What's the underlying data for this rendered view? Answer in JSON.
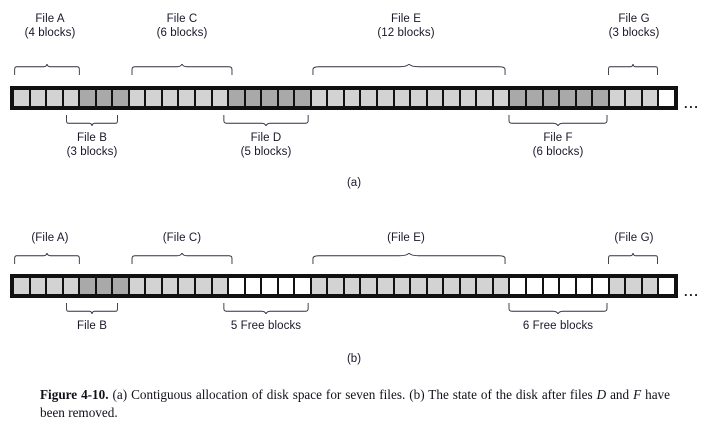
{
  "figure": {
    "caption_lead": "Figure 4-10.",
    "caption_body": " (a) Contiguous allocation of disk space for seven files.  (b) The state of the disk after files ",
    "caption_italic_1": "D",
    "caption_mid": " and ",
    "caption_italic_2": "F",
    "caption_tail": " have been removed.",
    "ellipsis": "..."
  },
  "colors": {
    "allocated_light": "#d3d3d3",
    "allocated_dark": "#a9a9a9",
    "free": "#ffffff",
    "outline": "#111111",
    "text": "#17172b"
  },
  "panel_a": {
    "subcaption": "(a)",
    "total_blocks": 40,
    "top_labels": [
      {
        "name": "File A",
        "size": "(4 blocks)"
      },
      {
        "name": "File C",
        "size": "(6 blocks)"
      },
      {
        "name": "File E",
        "size": "(12 blocks)"
      },
      {
        "name": "File G",
        "size": "(3 blocks)"
      }
    ],
    "bottom_labels": [
      {
        "name": "File B",
        "size": "(3 blocks)"
      },
      {
        "name": "File D",
        "size": "(5 blocks)"
      },
      {
        "name": "File F",
        "size": "(6 blocks)"
      }
    ],
    "segments": [
      {
        "file": "File A",
        "blocks": 4,
        "shade": "light"
      },
      {
        "file": "File B",
        "blocks": 3,
        "shade": "dark"
      },
      {
        "file": "File C",
        "blocks": 6,
        "shade": "light"
      },
      {
        "file": "File D",
        "blocks": 5,
        "shade": "dark"
      },
      {
        "file": "File E",
        "blocks": 12,
        "shade": "light"
      },
      {
        "file": "File F",
        "blocks": 6,
        "shade": "dark"
      },
      {
        "file": "File G",
        "blocks": 3,
        "shade": "light"
      },
      {
        "file": "unused",
        "blocks": 1,
        "shade": "free"
      }
    ]
  },
  "panel_b": {
    "subcaption": "(b)",
    "total_blocks": 40,
    "top_labels": [
      {
        "name": "(File A)"
      },
      {
        "name": "(File C)"
      },
      {
        "name": "(File E)"
      },
      {
        "name": "(File G)"
      }
    ],
    "bottom_labels": [
      {
        "name": "File B"
      },
      {
        "name": "5 Free blocks"
      },
      {
        "name": "6 Free blocks"
      }
    ],
    "segments": [
      {
        "file": "(File A)",
        "blocks": 4,
        "shade": "light"
      },
      {
        "file": "File B",
        "blocks": 3,
        "shade": "dark"
      },
      {
        "file": "(File C)",
        "blocks": 6,
        "shade": "light"
      },
      {
        "file": "5 Free blocks",
        "blocks": 5,
        "shade": "free"
      },
      {
        "file": "(File E)",
        "blocks": 12,
        "shade": "light"
      },
      {
        "file": "6 Free blocks",
        "blocks": 6,
        "shade": "free"
      },
      {
        "file": "(File G)",
        "blocks": 3,
        "shade": "light"
      },
      {
        "file": "unused",
        "blocks": 1,
        "shade": "free"
      }
    ]
  }
}
